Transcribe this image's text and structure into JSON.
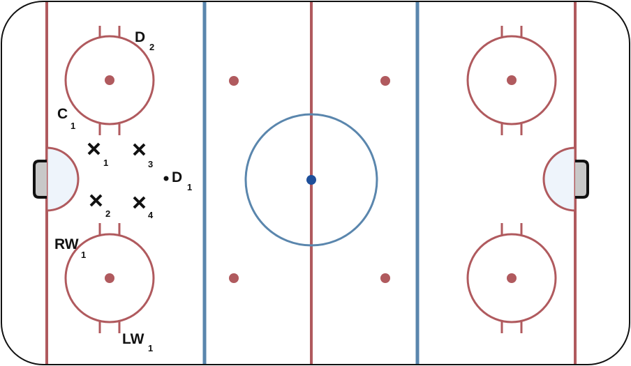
{
  "colors": {
    "board": "#111111",
    "red_line": "#b05a5e",
    "blue_line": "#5a86ad",
    "faceoff_red": "#b05a5e",
    "center_dot": "#1e4f9a",
    "crease_fill": "#eef4fb",
    "net_fill": "#c8c8c8",
    "player_mark": "#111111"
  },
  "players": {
    "d2": {
      "main": "D",
      "sub": "2"
    },
    "c1": {
      "main": "C",
      "sub": "1"
    },
    "d1": {
      "main": "D",
      "sub": "1"
    },
    "rw1": {
      "main": "RW",
      "sub": "1"
    },
    "lw1": {
      "main": "LW",
      "sub": "1"
    }
  },
  "opponents": [
    {
      "symbol": "x",
      "number": "1"
    },
    {
      "symbol": "x",
      "number": "3"
    },
    {
      "symbol": "x",
      "number": "2"
    },
    {
      "symbol": "x",
      "number": "4"
    }
  ],
  "icons": {
    "opponent": "x-mark-icon",
    "player_dot": "dot-icon",
    "net": "net-icon"
  }
}
